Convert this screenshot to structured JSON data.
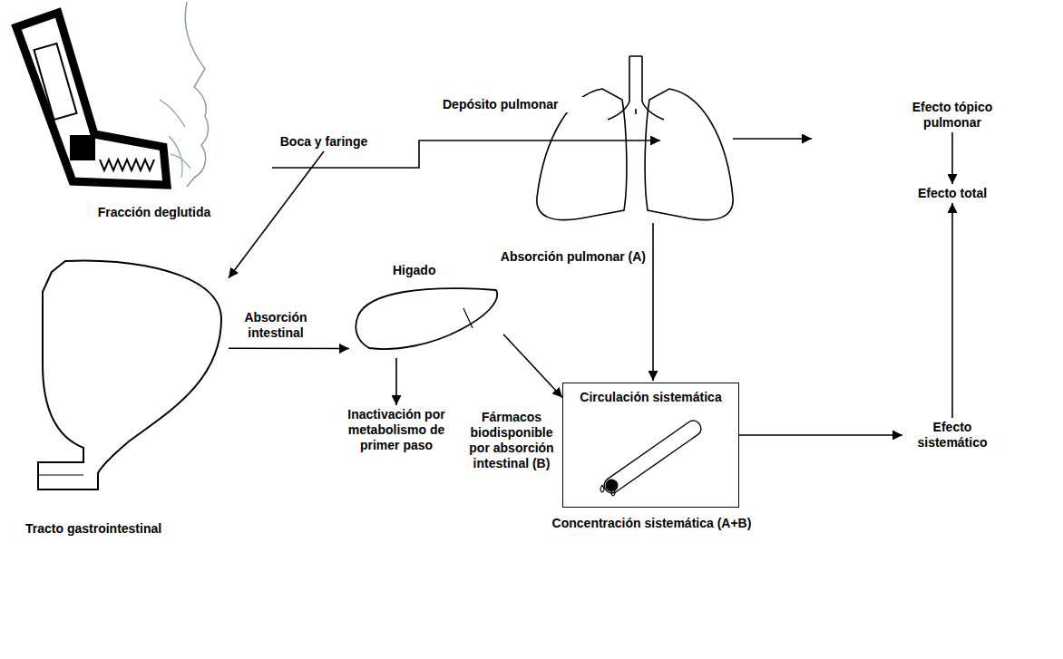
{
  "diagram": {
    "nodes": [
      {
        "text": [
          "Boca y faringe"
        ]
      },
      {
        "text": [
          "Efecto tópico pulmonar"
        ]
      },
      {
        "text": [
          "Efecto total"
        ]
      },
      {
        "text": [
          "Higado"
        ]
      },
      {
        "text": [
          "Tracto gastrointestinal"
        ]
      },
      {
        "text": [
          "Inactivación por metabolismo de primer paso"
        ]
      },
      {
        "text": [
          "Circulación sistemática",
          "Concentración sistemática (A+B)"
        ]
      },
      {
        "text": [
          "Efecto sistemático"
        ]
      }
    ],
    "edges": [
      {
        "from": 0,
        "to": 4,
        "label": "Fracción deglutida",
        "arrow": "to"
      },
      {
        "from": 4,
        "to": 3,
        "label": "Absorción intestinal",
        "arrow": "to"
      },
      {
        "from": 3,
        "to": 5,
        "arrow": "to"
      },
      {
        "from": 3,
        "to": 6,
        "label": "Fármacos biodisponible por absorción intestinal (B)",
        "arrow": "to"
      },
      {
        "from": 6,
        "to": 7,
        "arrow": "to"
      },
      {
        "from": 7,
        "to": 2,
        "arrow": "to"
      },
      {
        "from": 1,
        "to": 2,
        "arrow": "to"
      }
    ],
    "labels": [
      "Depósito pulmonar",
      "Absorción pulmonar (A)"
    ]
  }
}
